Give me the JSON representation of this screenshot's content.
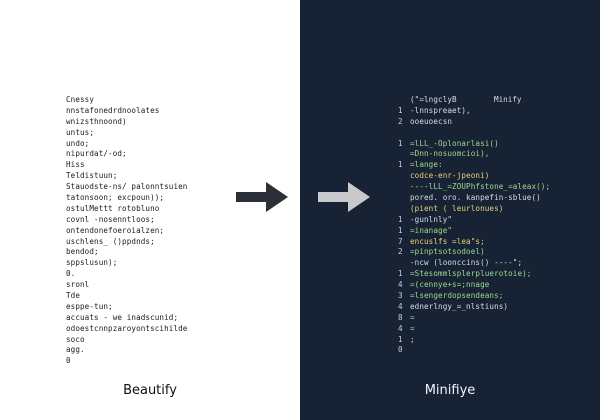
{
  "beautify": {
    "label": "Beautify",
    "lines": [
      "Cnessy",
      "nnstafonedrdnoolates",
      "wnizsthnoond)",
      "untus;",
      "undo;",
      "nipurdat/-od;",
      "Hiss",
      "Teldistuun;",
      "Stauodste-ns/ palonntsuien",
      "tatonsoon; excpoun));",
      "ostulMettt rotobluno",
      "covnl -nosenntloos;",
      "ontendonefoeroialzen;",
      "uschlens_ ()ppdnds;",
      "bendod;",
      "sppslusun);",
      "0.",
      "sronl",
      "Tde",
      "esppe-tun;",
      "accuats - we inadscunid;",
      "odoestcnnpzaroyontscihilde",
      "soco",
      "agg.",
      "0"
    ]
  },
  "minify": {
    "label": "Minifiye",
    "title": "Minify",
    "lines": [
      {
        "n": "",
        "t": "(\"=lngclyB"
      },
      {
        "n": "1",
        "t": "-lnnspreaet),"
      },
      {
        "n": "2",
        "t": "ooeuoecsn"
      },
      {
        "n": "",
        "t": ""
      },
      {
        "n": "1",
        "t": "=lLL_-Oplonarlasi()"
      },
      {
        "n": "",
        "t": "=Dnn-nosuomcioi),"
      },
      {
        "n": "1",
        "t": "=lange:"
      },
      {
        "n": "",
        "t": "codce-enr-jpeoni)"
      },
      {
        "n": "",
        "t": "----lLL_=ZOUPhfstone_=aleax();"
      },
      {
        "n": "",
        "t": "pored. oro. kanpefin-sblue()"
      },
      {
        "n": "",
        "t": "(pient ( leurlonues)"
      },
      {
        "n": "1",
        "t": "-gunlnly\""
      },
      {
        "n": "1",
        "t": "=inanage\""
      },
      {
        "n": "7",
        "t": "encuslfs =lea\"s;"
      },
      {
        "n": "2",
        "t": "=pinptsotsodoel)"
      },
      {
        "n": "",
        "t": "-ncw (loonccins() ----\";"
      },
      {
        "n": "1",
        "t": "=Stesommlsplerpluerotoie);"
      },
      {
        "n": "4",
        "t": "=(cennye+s=;nnage"
      },
      {
        "n": "3",
        "t": "=lsengerdopsendeans;"
      },
      {
        "n": "4",
        "t": "ednerlngy_=_nlstiuns)"
      },
      {
        "n": "8",
        "t": "="
      },
      {
        "n": "4",
        "t": "="
      },
      {
        "n": "1",
        "t": ";"
      },
      {
        "n": "0",
        "t": ""
      }
    ]
  },
  "colors": {
    "left_bg": "#ffffff",
    "right_bg": "#172235",
    "arrow_dark": "#2b3038",
    "arrow_light": "#c7c9cc",
    "code_green": "#9fd88b",
    "code_yellow": "#e7d27a",
    "code_light": "#d7dde6"
  },
  "icons": {
    "arrow_dark": "right-arrow-icon",
    "arrow_light": "right-arrow-icon"
  }
}
